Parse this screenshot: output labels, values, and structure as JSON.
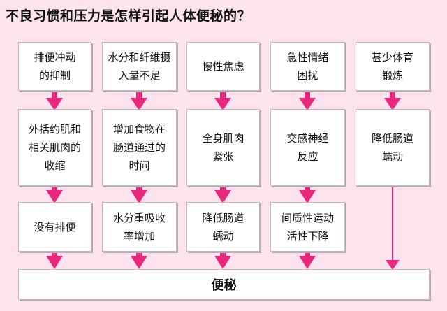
{
  "title": "不良习惯和压力是怎样引起人体便秘的？",
  "colors": {
    "background": "#fde3ee",
    "arrow": "#e8287c",
    "box_border": "#c7b3bd"
  },
  "columns": [
    {
      "cause": "排便冲动\n的抑制",
      "effect1": "外括约肌和\n相关肌肉的\n收缩",
      "effect2": "没有排便"
    },
    {
      "cause": "水分和纤维摄\n入量不足",
      "effect1": "增加食物在\n肠道通过的\n时间",
      "effect2": "水分重吸收\n率增加"
    },
    {
      "cause": "慢性焦虑",
      "effect1": "全身肌肉\n紧张",
      "effect2": "降低肠道\n蠕动"
    },
    {
      "cause": "急性情绪\n困扰",
      "effect1": "交感神经\n反应",
      "effect2": "间质性运动\n活性下降"
    },
    {
      "cause": "甚少体育\n锻炼",
      "effect1": "降低肠道\n蠕动"
    }
  ],
  "result": "便秘"
}
